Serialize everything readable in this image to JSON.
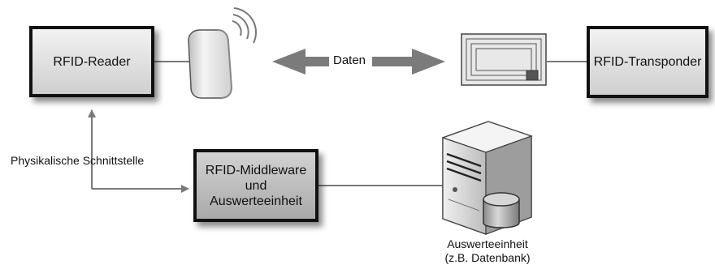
{
  "nodes": {
    "reader": "RFID-Reader",
    "transponder": "RFID-Transponder",
    "middleware": [
      "RFID-Middleware",
      "und",
      "Auswerteeinheit"
    ]
  },
  "labels": {
    "data_exchange": "Daten",
    "interface": "Physikalische Schnittstelle",
    "server_caption": [
      "Auswerteeinheit",
      "(z.B. Datenbank)"
    ]
  },
  "icons": [
    "reader-antenna-icon",
    "wifi-waves-icon",
    "rfid-tag-icon",
    "server-icon",
    "database-icon"
  ]
}
